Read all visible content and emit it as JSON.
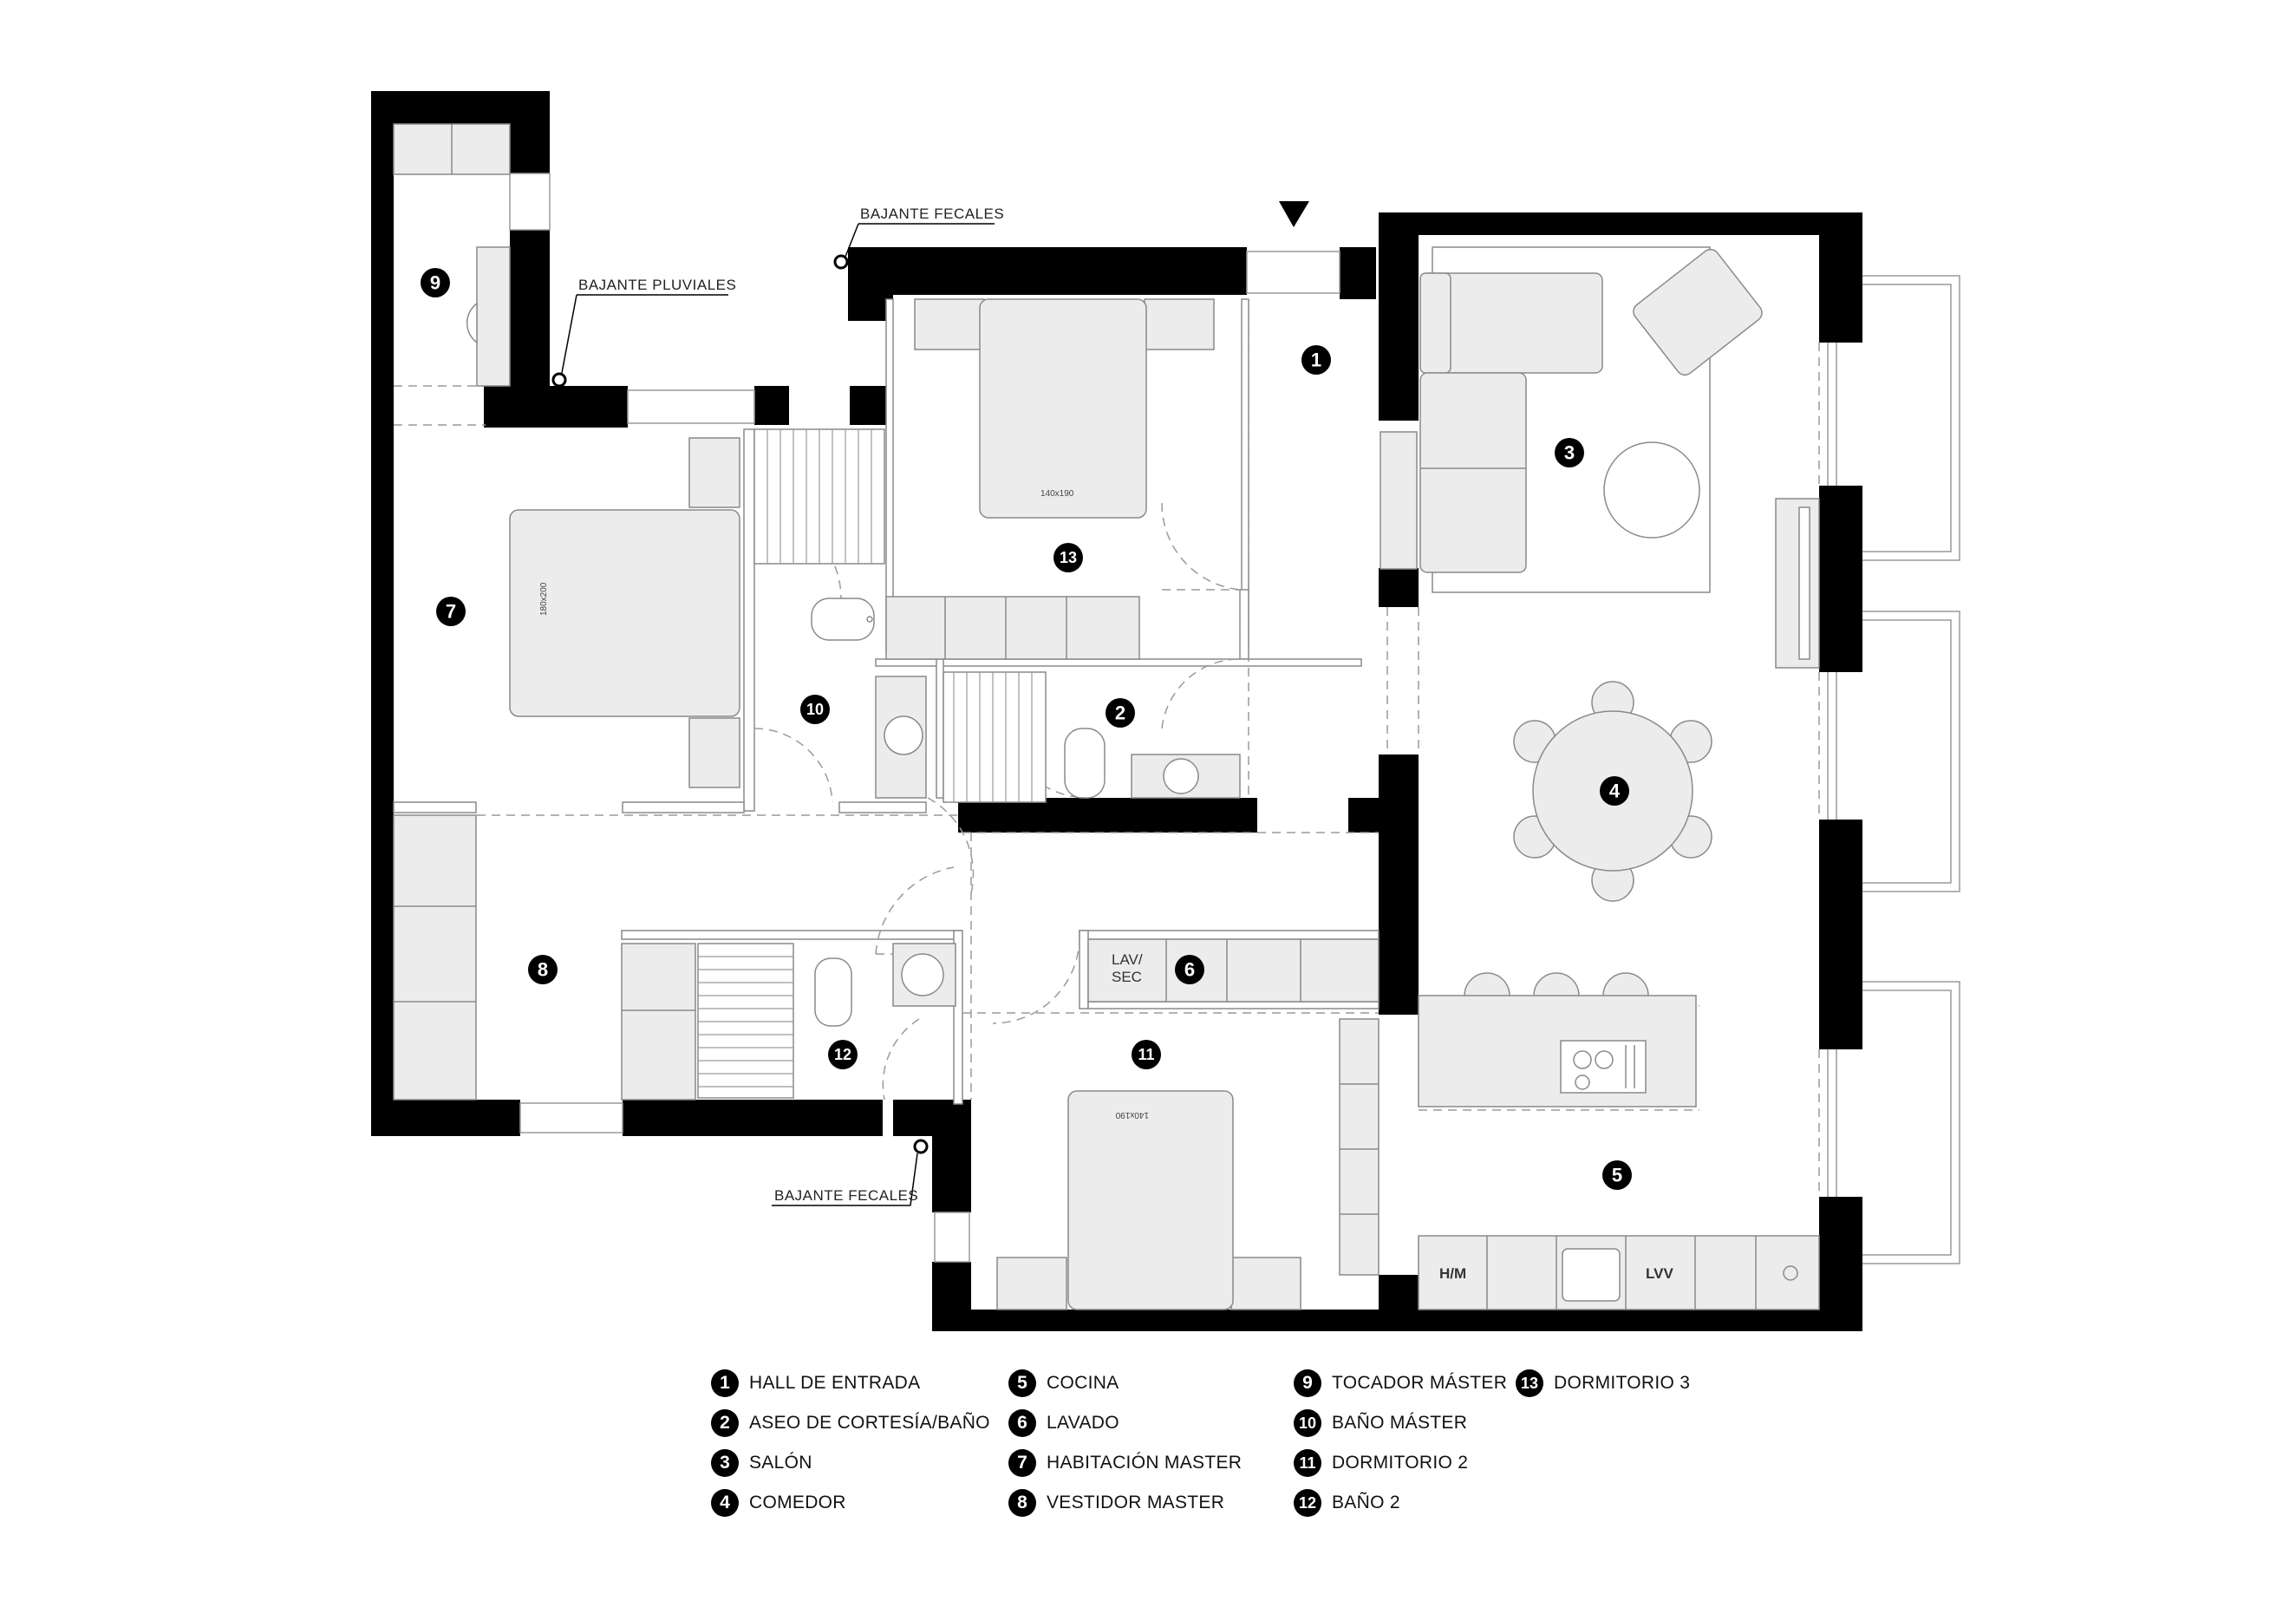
{
  "annotations": {
    "bajante_fecales_top": "BAJANTE FECALES",
    "bajante_pluviales": "BAJANTE PLUVIALES",
    "bajante_fecales_bottom": "BAJANTE FECALES"
  },
  "fixtures": {
    "lav_sec_line1": "LAV/",
    "lav_sec_line2": "SEC",
    "hm": "H/M",
    "lvv": "LVV",
    "bed_13": "140x190",
    "bed_7": "180x200",
    "bed_11": "140x190"
  },
  "room_tags": [
    "1",
    "2",
    "3",
    "4",
    "5",
    "6",
    "7",
    "8",
    "9",
    "10",
    "11",
    "12",
    "13"
  ],
  "legend": [
    {
      "num": "1",
      "label": "HALL DE ENTRADA"
    },
    {
      "num": "2",
      "label": "ASEO DE CORTESÍA/BAÑO"
    },
    {
      "num": "3",
      "label": "SALÓN"
    },
    {
      "num": "4",
      "label": "COMEDOR"
    },
    {
      "num": "5",
      "label": "COCINA"
    },
    {
      "num": "6",
      "label": "LAVADO"
    },
    {
      "num": "7",
      "label": "HABITACIÓN MASTER"
    },
    {
      "num": "8",
      "label": "VESTIDOR MASTER"
    },
    {
      "num": "9",
      "label": "TOCADOR MÁSTER"
    },
    {
      "num": "10",
      "label": "BAÑO MÁSTER"
    },
    {
      "num": "11",
      "label": "DORMITORIO 2"
    },
    {
      "num": "12",
      "label": "BAÑO 2"
    },
    {
      "num": "13",
      "label": "DORMITORIO 3"
    }
  ]
}
